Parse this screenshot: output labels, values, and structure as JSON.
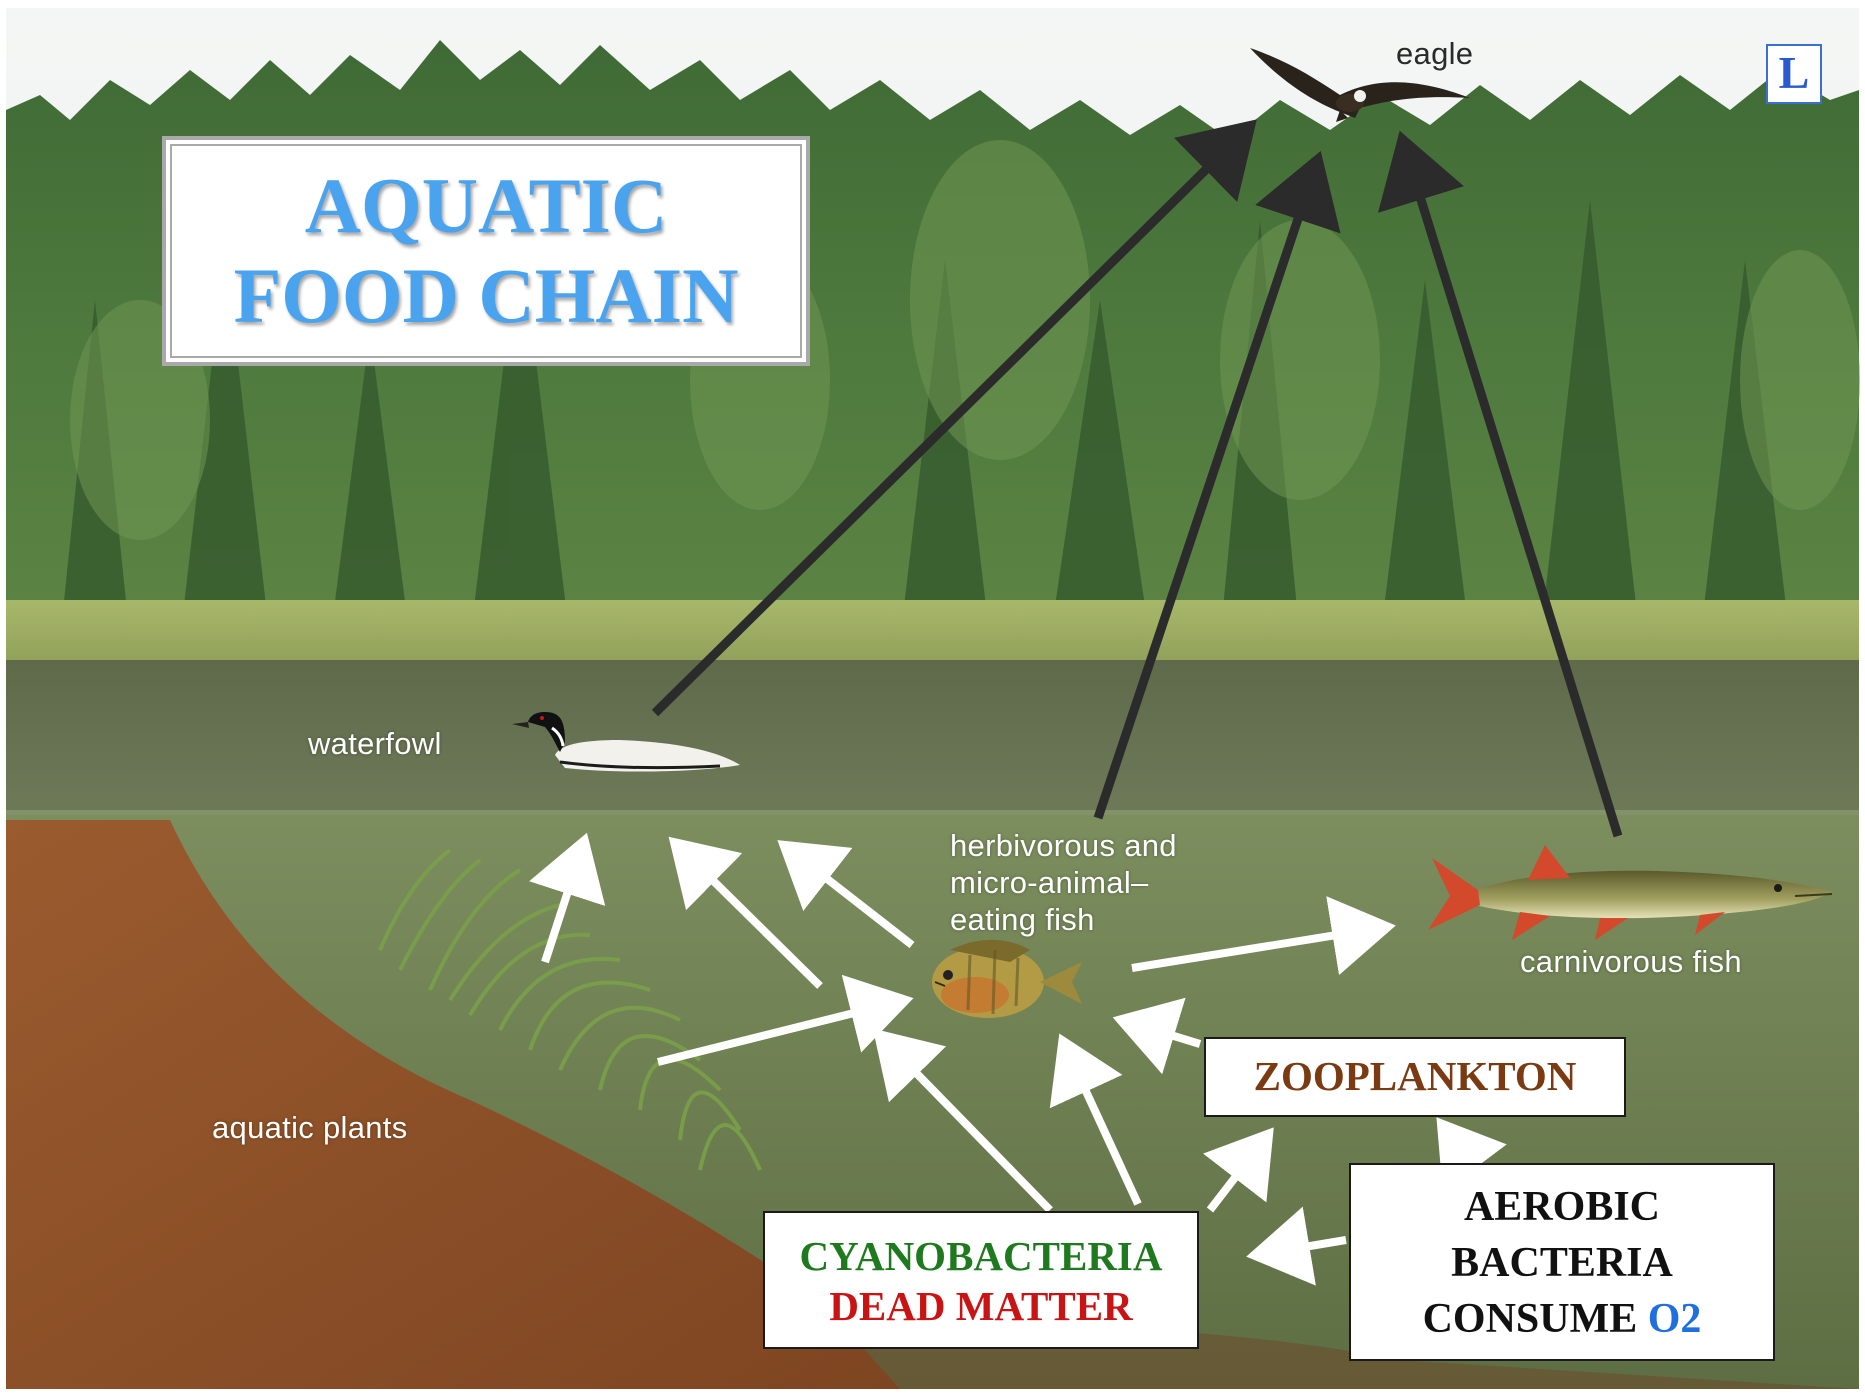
{
  "title": {
    "line1": "AQUATIC",
    "line2": "FOOD CHAIN"
  },
  "badge": "L",
  "organisms": {
    "eagle": "eagle",
    "waterfowl": "waterfowl",
    "herbivorous_fish": [
      "herbivorous and",
      "micro-animal–",
      "eating fish"
    ],
    "carnivorous_fish": "carnivorous fish",
    "aquatic_plants": "aquatic plants"
  },
  "boxes": {
    "zooplankton": "ZOOPLANKTON",
    "cyanobacteria": {
      "line1": "CYANOBACTERIA",
      "line2": "DEAD MATTER"
    },
    "aerobic": {
      "line1": "AEROBIC",
      "line2": "BACTERIA",
      "line3a": "CONSUME ",
      "line3b": "O2"
    }
  },
  "colors": {
    "title_blue": "#4aa3ee",
    "zooplankton_brown": "#7a3b12",
    "cyanobacteria_green": "#1f7a1f",
    "dead_matter_red": "#c81414",
    "o2_blue": "#1f6fe0",
    "eagle_arrow": "#2b2b2b",
    "flow_arrow": "#ffffff"
  }
}
